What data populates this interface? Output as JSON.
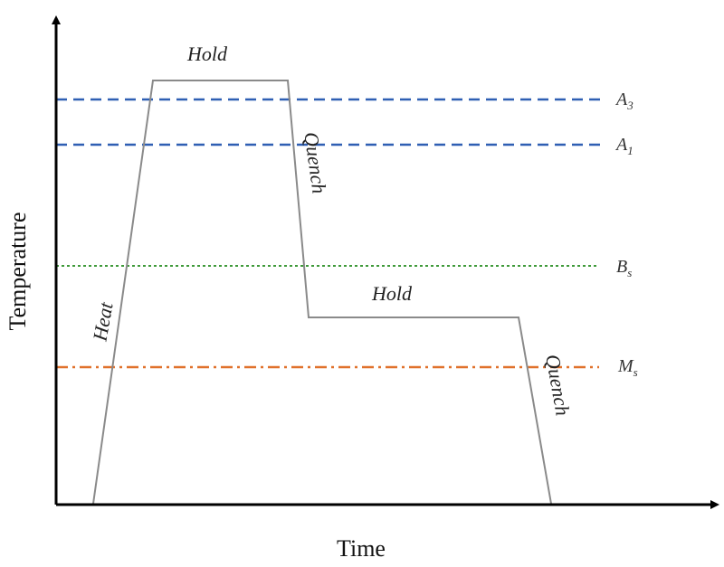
{
  "axes": {
    "x_label": "Time",
    "y_label": "Temperature"
  },
  "stages": {
    "heat": "Heat",
    "hold_1": "Hold",
    "quench_1": "Quench",
    "hold_2": "Hold",
    "quench_2": "Quench"
  },
  "reference_lines": {
    "a3": {
      "main": "A",
      "sub": "3",
      "color": "#2f5fb3"
    },
    "a1": {
      "main": "A",
      "sub": "1",
      "color": "#2f5fb3"
    },
    "bs": {
      "main": "B",
      "sub": "s",
      "color": "#3f9a3a"
    },
    "ms": {
      "main": "M",
      "sub": "s",
      "color": "#e0712b"
    }
  },
  "profile_color": "#8a8a8a",
  "axis_color": "#000000"
}
